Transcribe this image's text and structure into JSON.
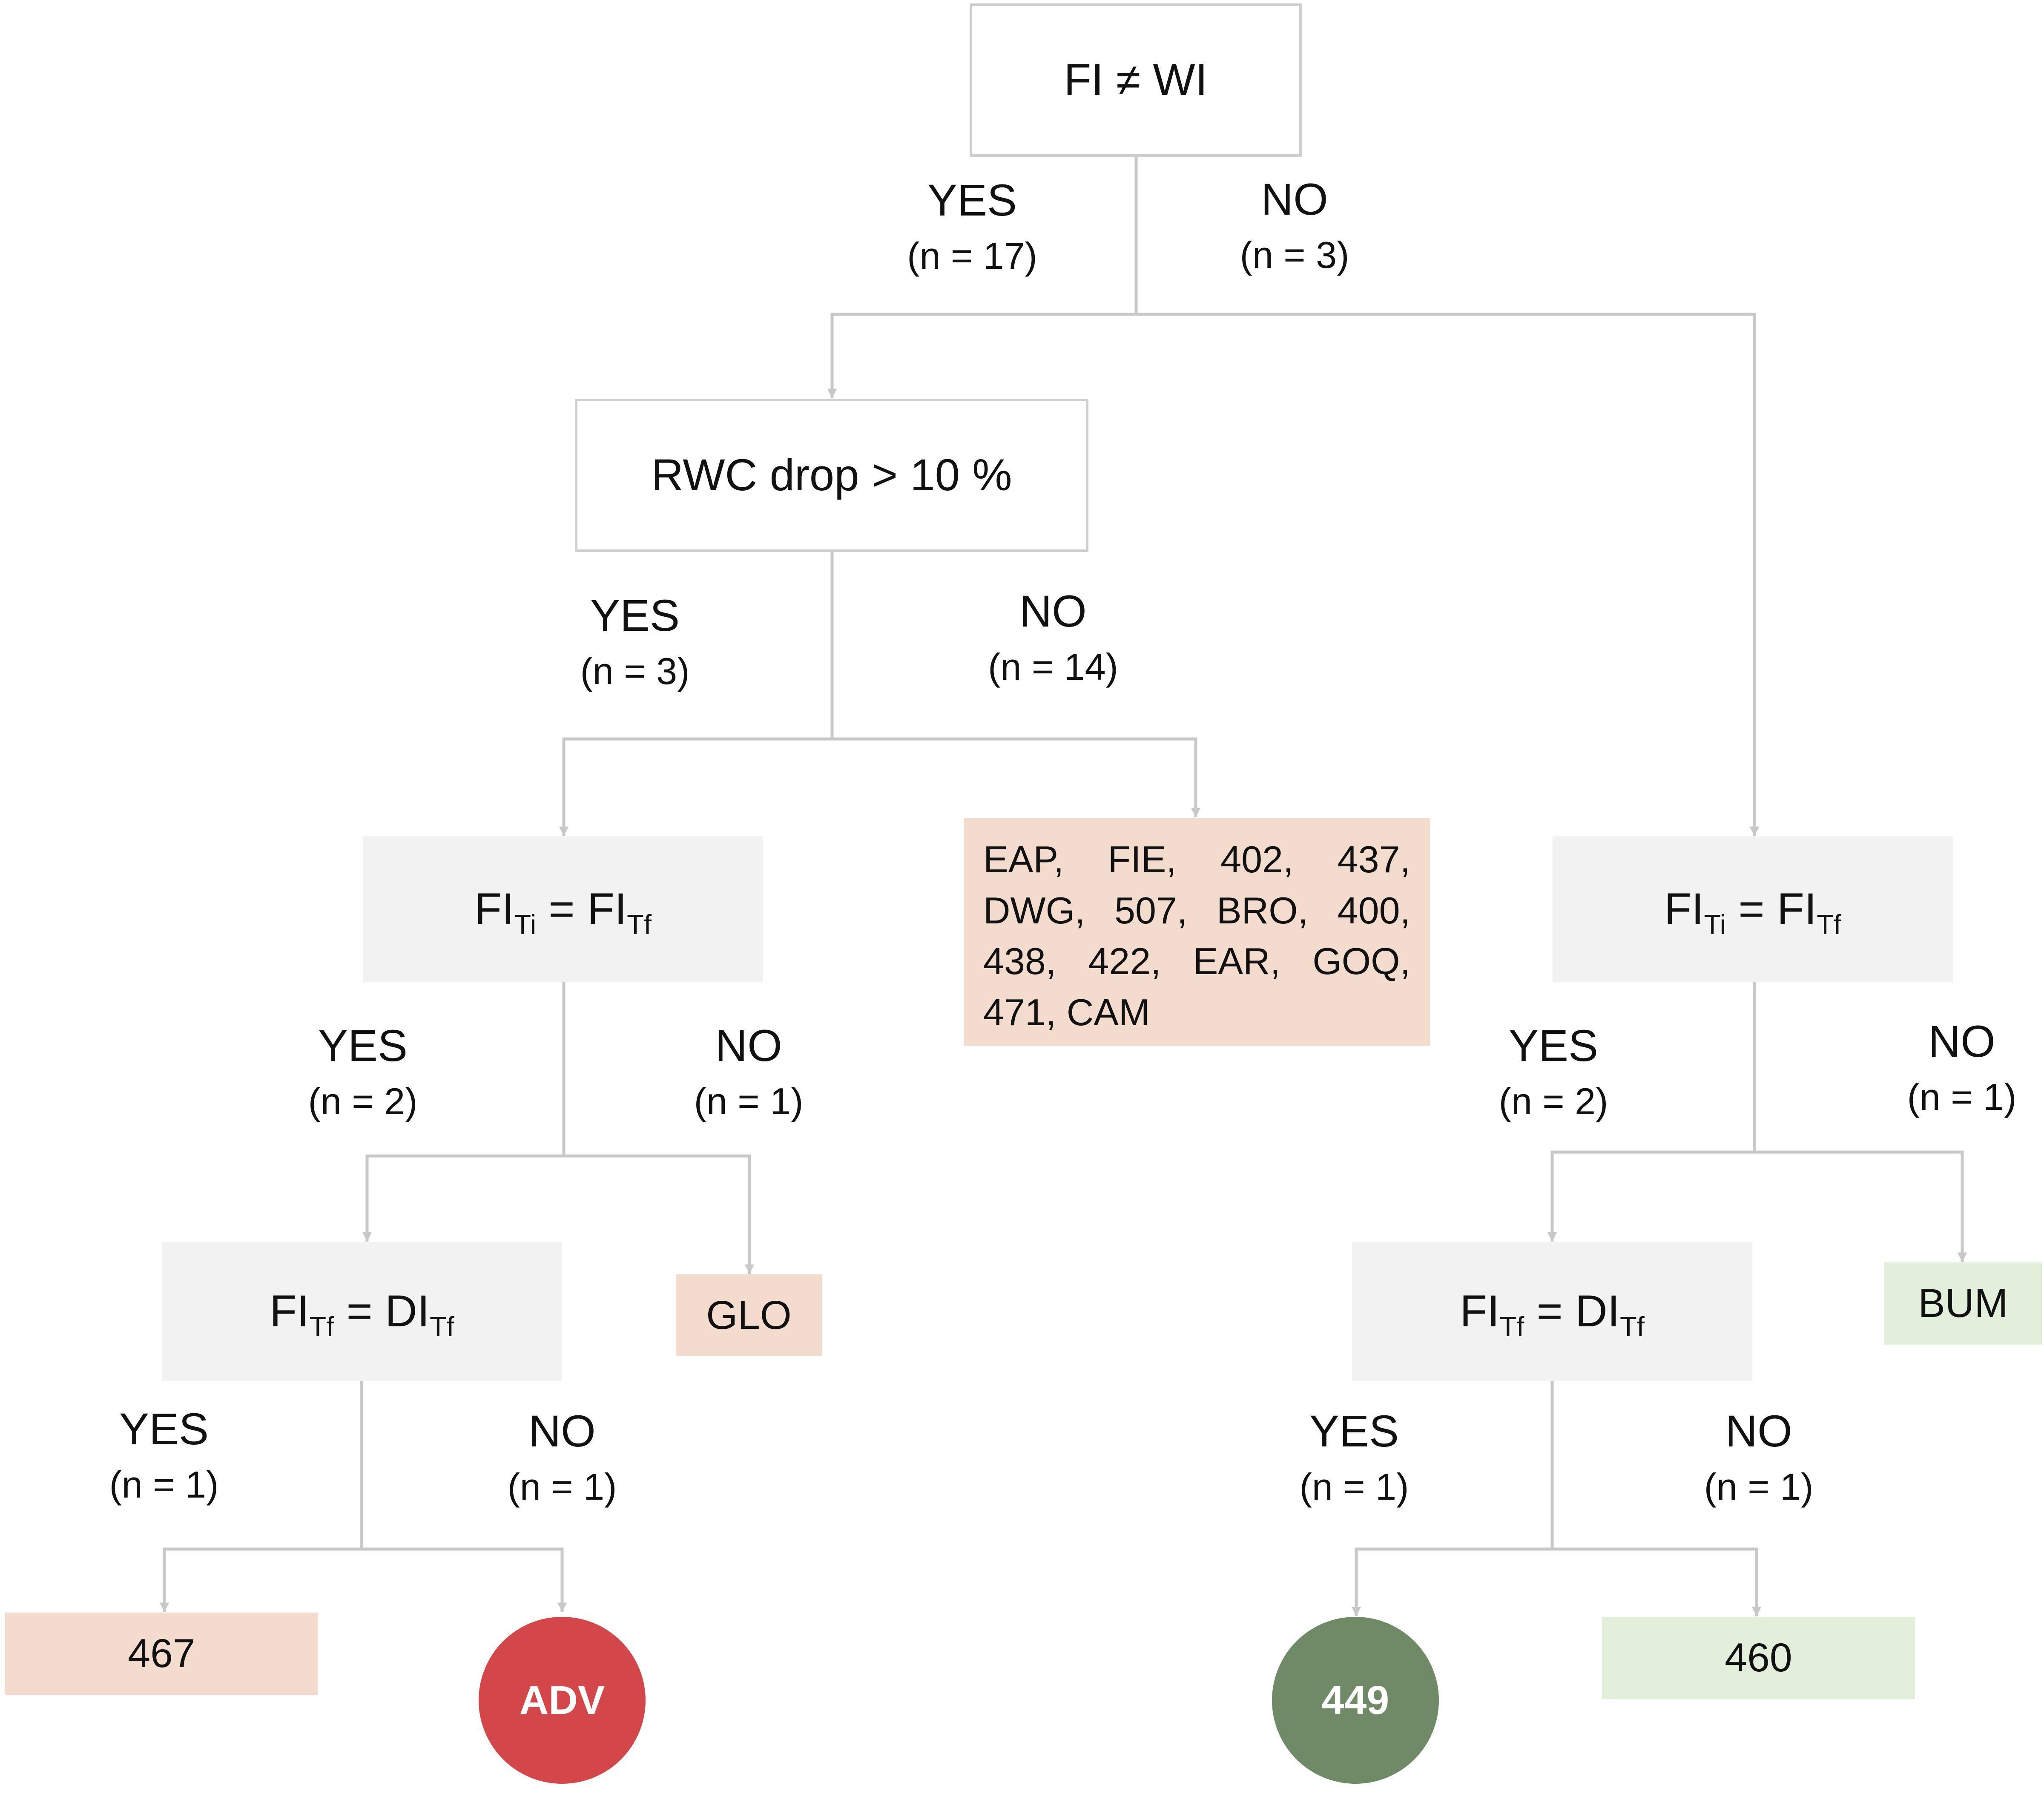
{
  "nodes": {
    "root": {
      "label": "FI ≠ WI"
    },
    "rwc": {
      "label": "RWC drop > 10 %"
    },
    "left_eq": {
      "a": "FI",
      "a_sub": "Ti",
      "op": " = ",
      "b": "FI",
      "b_sub": "Tf"
    },
    "right_eq": {
      "a": "FI",
      "a_sub": "Ti",
      "op": " = ",
      "b": "FI",
      "b_sub": "Tf"
    },
    "left_di": {
      "a": "FI",
      "a_sub": "Tf",
      "op": " = ",
      "b": "DI",
      "b_sub": "Tf"
    },
    "right_di": {
      "a": "FI",
      "a_sub": "Tf",
      "op": " = ",
      "b": "DI",
      "b_sub": "Tf"
    }
  },
  "edges": {
    "root_yes": {
      "answer": "YES",
      "count": "(n = 17)"
    },
    "root_no": {
      "answer": "NO",
      "count": "(n = 3)"
    },
    "rwc_yes": {
      "answer": "YES",
      "count": "(n = 3)"
    },
    "rwc_no": {
      "answer": "NO",
      "count": "(n = 14)"
    },
    "leq_yes": {
      "answer": "YES",
      "count": "(n = 2)"
    },
    "leq_no": {
      "answer": "NO",
      "count": "(n = 1)"
    },
    "req_yes": {
      "answer": "YES",
      "count": "(n = 2)"
    },
    "req_no": {
      "answer": "NO",
      "count": "(n = 1)"
    },
    "ldi_yes": {
      "answer": "YES",
      "count": "(n = 1)"
    },
    "ldi_no": {
      "answer": "NO",
      "count": "(n = 1)"
    },
    "rdi_yes": {
      "answer": "YES",
      "count": "(n = 1)"
    },
    "rdi_no": {
      "answer": "NO",
      "count": "(n = 1)"
    }
  },
  "leaves": {
    "group_list": [
      [
        "EAP,",
        "FIE,",
        "402,",
        "437,"
      ],
      [
        "DWG,",
        "507,",
        "BRO,",
        "400,"
      ],
      [
        "438,",
        "422,",
        "EAR,",
        "GOQ,"
      ],
      [
        "471, CAM"
      ]
    ],
    "glo": "GLO",
    "bum": "BUM",
    "l467": "467",
    "adv": "ADV",
    "l449": "449",
    "l460": "460"
  },
  "colors": {
    "connector": "#c8c8c8",
    "box_border": "#cfcfcf",
    "grey_box": "#f2f2f2",
    "peach_box": "#f3dccd",
    "green_box": "#e2efda",
    "red_circle": "#d3474a",
    "green_circle": "#708a67"
  }
}
